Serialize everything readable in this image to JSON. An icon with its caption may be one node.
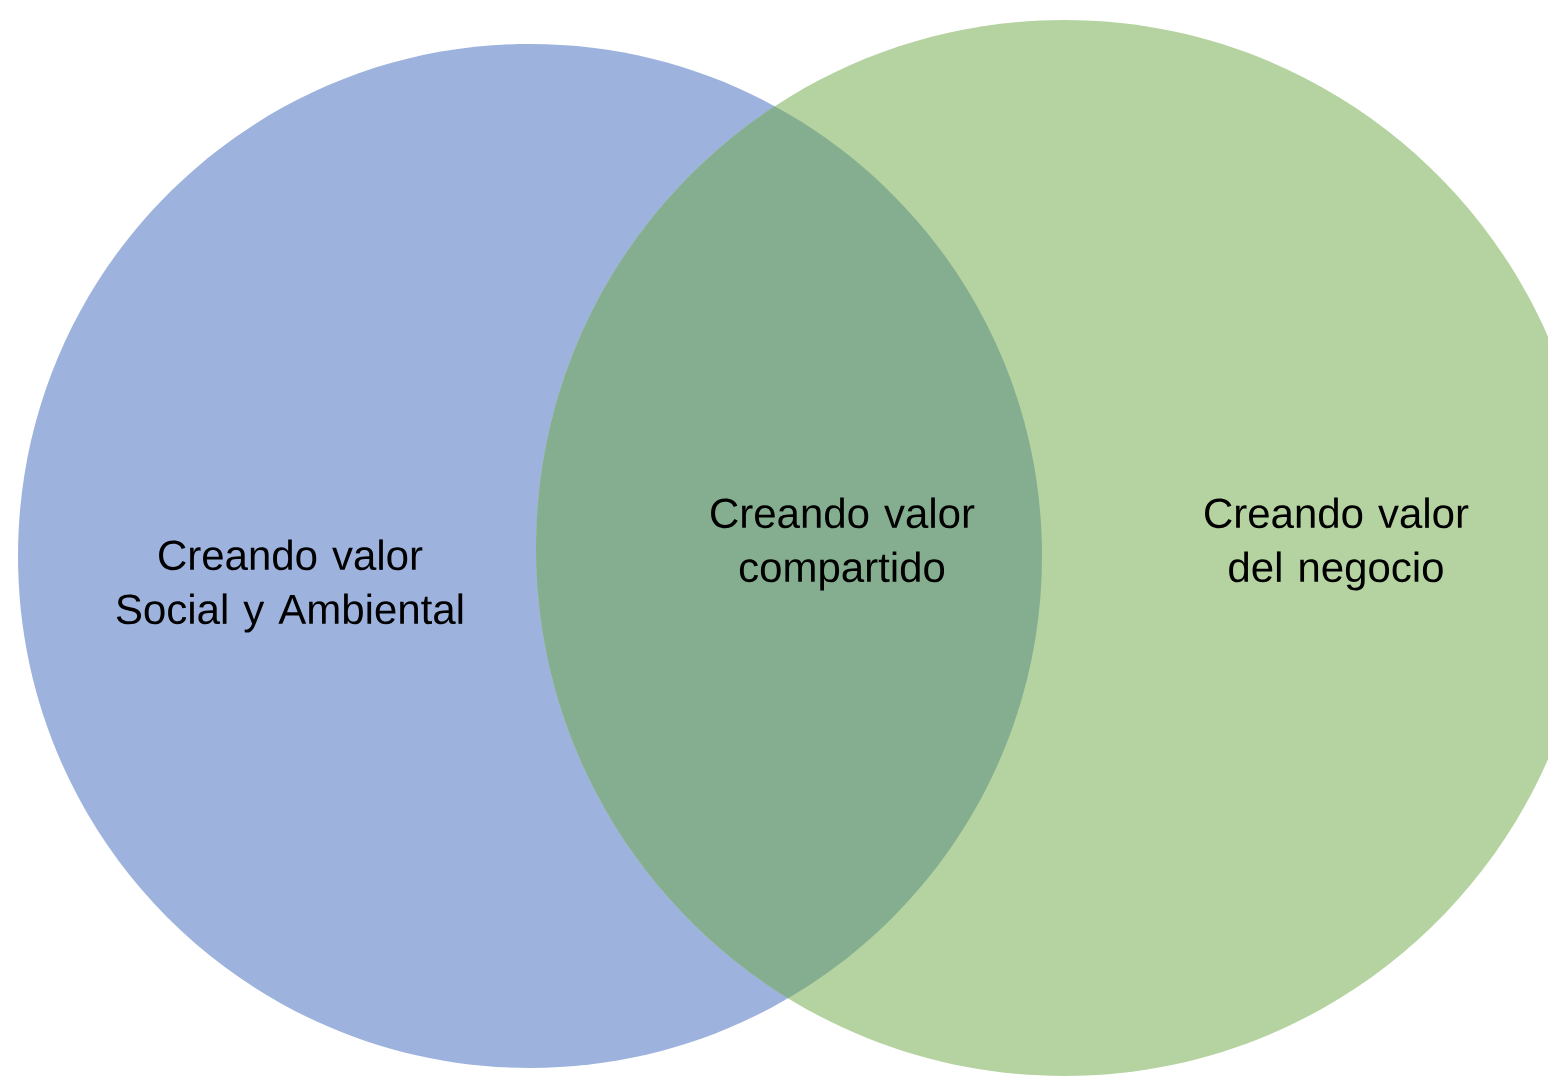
{
  "diagram": {
    "nodes": [
      {
        "text": [
          "Creando valor Social y Ambiental"
        ]
      },
      {
        "text": [
          "Creando valor compartido"
        ]
      },
      {
        "text": [
          "Creando valor del negocio"
        ]
      }
    ]
  }
}
